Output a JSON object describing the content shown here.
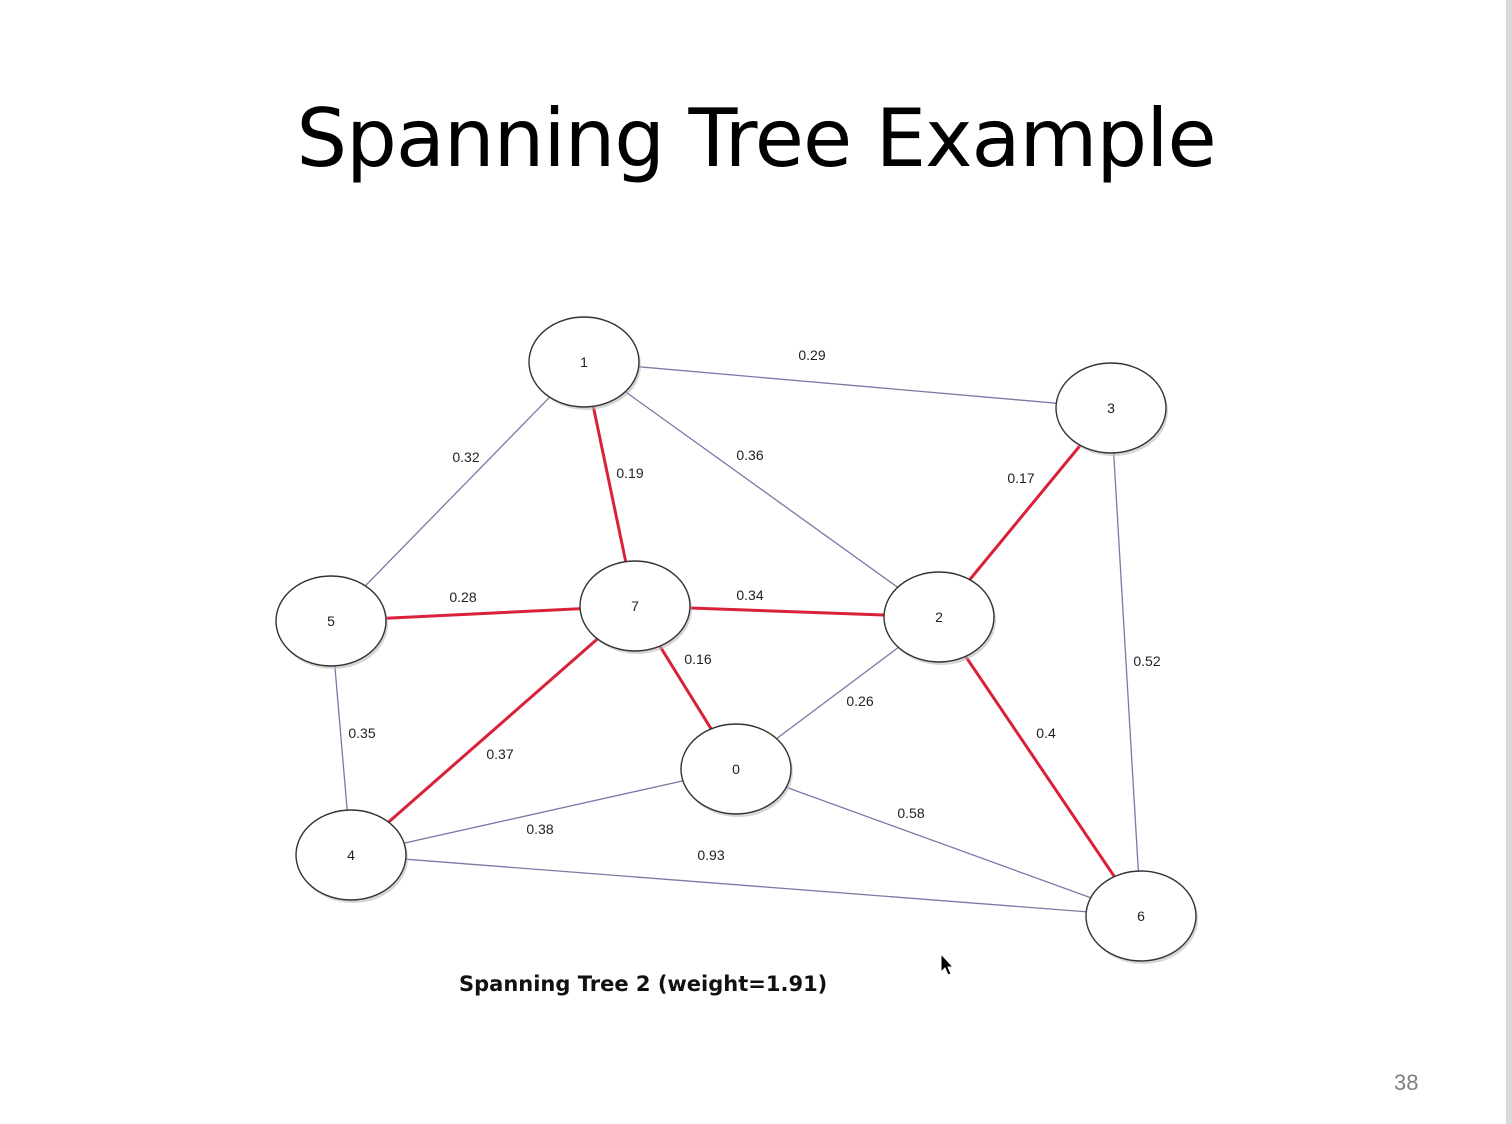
{
  "slide": {
    "title": "Spanning  Tree Example",
    "caption": "Spanning Tree 2 (weight=1.91)",
    "page_number": "38"
  },
  "colors": {
    "tree_edge": "#d9213a",
    "other_edge": "#7b78a6",
    "node_stroke": "#333333",
    "node_fill": "#ffffff"
  },
  "graph": {
    "nodes": [
      {
        "id": "0",
        "label": "0"
      },
      {
        "id": "1",
        "label": "1"
      },
      {
        "id": "2",
        "label": "2"
      },
      {
        "id": "3",
        "label": "3"
      },
      {
        "id": "4",
        "label": "4"
      },
      {
        "id": "5",
        "label": "5"
      },
      {
        "id": "6",
        "label": "6"
      },
      {
        "id": "7",
        "label": "7"
      }
    ],
    "edges": [
      {
        "from": "1",
        "to": "3",
        "weight": "0.29",
        "in_tree": false
      },
      {
        "from": "1",
        "to": "5",
        "weight": "0.32",
        "in_tree": false
      },
      {
        "from": "1",
        "to": "7",
        "weight": "0.19",
        "in_tree": true
      },
      {
        "from": "1",
        "to": "2",
        "weight": "0.36",
        "in_tree": false
      },
      {
        "from": "3",
        "to": "2",
        "weight": "0.17",
        "in_tree": true
      },
      {
        "from": "3",
        "to": "6",
        "weight": "0.52",
        "in_tree": false
      },
      {
        "from": "5",
        "to": "7",
        "weight": "0.28",
        "in_tree": true
      },
      {
        "from": "7",
        "to": "2",
        "weight": "0.34",
        "in_tree": true
      },
      {
        "from": "7",
        "to": "0",
        "weight": "0.16",
        "in_tree": true
      },
      {
        "from": "5",
        "to": "4",
        "weight": "0.35",
        "in_tree": false
      },
      {
        "from": "7",
        "to": "4",
        "weight": "0.37",
        "in_tree": true
      },
      {
        "from": "2",
        "to": "0",
        "weight": "0.26",
        "in_tree": false
      },
      {
        "from": "2",
        "to": "6",
        "weight": "0.4",
        "in_tree": true
      },
      {
        "from": "0",
        "to": "4",
        "weight": "0.38",
        "in_tree": false
      },
      {
        "from": "0",
        "to": "6",
        "weight": "0.58",
        "in_tree": false
      },
      {
        "from": "4",
        "to": "6",
        "weight": "0.93",
        "in_tree": false
      }
    ]
  }
}
